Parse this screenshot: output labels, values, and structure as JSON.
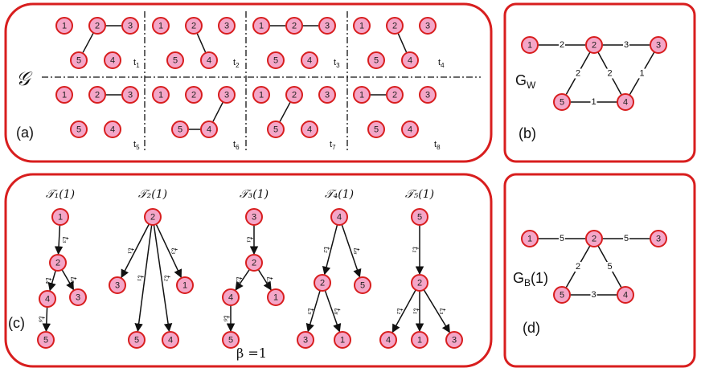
{
  "panel_a": {
    "label": "(a)",
    "graph_symbol": "𝒢",
    "time_labels": [
      "t",
      "t",
      "t",
      "t",
      "t",
      "t",
      "t",
      "t"
    ],
    "time_subs": [
      "1",
      "2",
      "3",
      "4",
      "5",
      "6",
      "7",
      "8"
    ]
  },
  "panel_b": {
    "label": "(b)",
    "graph_name": "G",
    "graph_sub": "W",
    "edge_weights": [
      "2",
      "3",
      "2",
      "2",
      "1",
      "1"
    ]
  },
  "panel_c": {
    "label": "(c)",
    "beta_label": "β =1",
    "tree_titles": [
      "𝒯₁(1)",
      "𝒯₂(1)",
      "𝒯₃(1)",
      "𝒯₄(1)",
      "𝒯₅(1)"
    ],
    "edge_time_labels": [
      "t₃",
      "t₄",
      "t₈",
      "t₆",
      "t₁",
      "t₁",
      "t₂",
      "t₃",
      "t₁",
      "t₂",
      "t₃",
      "t₆",
      "t₂",
      "t₆",
      "t₅",
      "t₈",
      "t₁",
      "t₂",
      "t₁",
      "t₃"
    ]
  },
  "panel_d": {
    "label": "(d)",
    "graph_name": "G",
    "graph_sub": "B",
    "graph_suffix": "(1)",
    "edge_weights": [
      "5",
      "5",
      "2",
      "5",
      "3"
    ]
  },
  "node_labels": [
    "1",
    "2",
    "3",
    "4",
    "5"
  ],
  "colors": {
    "border": "#d81e1e",
    "node_fill": "#f4a6c8",
    "ink": "#111111"
  }
}
